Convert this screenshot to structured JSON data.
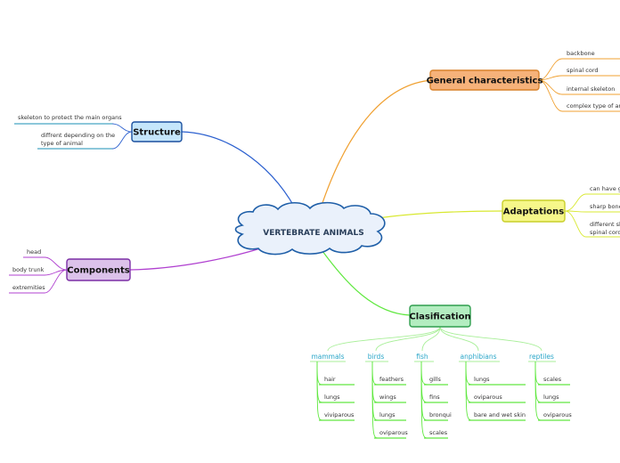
{
  "colors": {
    "center_fill": "#eaf1fb",
    "center_stroke": "#1f5fa8",
    "orange": "#f0a030",
    "blue": "#2a5fcf",
    "yellow": "#d8e830",
    "purple": "#b040d0",
    "green": "#60e840",
    "cat_text": "#2aa6c9"
  },
  "center": {
    "label": "VERTEBRATE ANIMALS"
  },
  "general": {
    "label": "General characteristics",
    "items": [
      "backbone",
      "spinal cord",
      "internal skeleton",
      "complex type of anima"
    ]
  },
  "structure": {
    "label": "Structure",
    "items": [
      {
        "lines": [
          "skeleton to protect the main organs"
        ]
      },
      {
        "lines": [
          "diffrent depending on the",
          "type of animal"
        ]
      }
    ]
  },
  "adaptations": {
    "label": "Adaptations",
    "items": [
      {
        "lines": [
          "can have gil"
        ]
      },
      {
        "lines": [
          "sharp bones"
        ]
      },
      {
        "lines": [
          "different sh",
          "spinal cord a"
        ]
      }
    ]
  },
  "components": {
    "label": "Components",
    "items": [
      "head",
      "body trunk",
      "extremities"
    ]
  },
  "clasification": {
    "label": "Clasification",
    "categories": [
      {
        "name": "mammals",
        "items": [
          "hair",
          "lungs",
          "viviparous"
        ]
      },
      {
        "name": "birds",
        "items": [
          "feathers",
          "wings",
          "lungs",
          "oviparous"
        ]
      },
      {
        "name": "fish",
        "items": [
          "gills",
          "fins",
          "bronqui",
          "scales"
        ]
      },
      {
        "name": "anphibians",
        "items": [
          "lungs",
          "oviparous",
          "bare and wet skin"
        ]
      },
      {
        "name": "reptiles",
        "items": [
          "scales",
          "lungs",
          "oviparous"
        ]
      }
    ]
  }
}
